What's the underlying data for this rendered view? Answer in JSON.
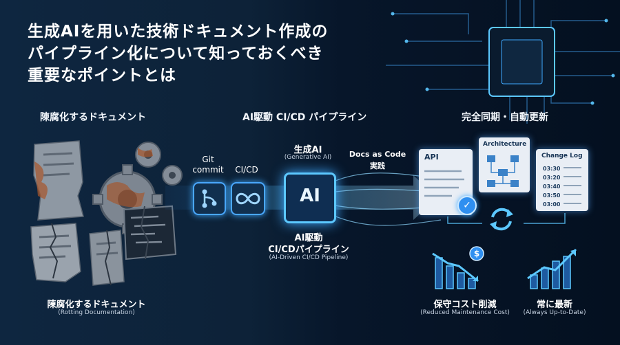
{
  "title": {
    "line1": "生成AIを用いた技術ドキュメント作成の",
    "line2": "パイプライン化について知っておくべき",
    "line3": "重要なポイントとは"
  },
  "sections": {
    "left": "陳腐化するドキュメント",
    "middle": "AI駆動 CI/CD パイプライン",
    "right": "完全同期・自動更新"
  },
  "pipeline": {
    "git_line1": "Git",
    "git_line2": "commit",
    "cicd": "CI/CD",
    "genai": "生成AI",
    "genai_sub": "(Generative AI)",
    "docs_line1": "Docs as Code",
    "docs_line2": "実践",
    "ai_chip": "AI",
    "pipeline_line1": "AI駆動",
    "pipeline_line2": "CI/CDパイプライン",
    "pipeline_sub": "(AI-Driven CI/CD Pipeline)"
  },
  "rotting": {
    "label": "陳腐化するドキュメント",
    "sub": "(Rotting Documentation)"
  },
  "docs": {
    "api": "API",
    "architecture": "Architecture",
    "changelog_title": "Change Log",
    "changelog_rows": [
      "03:30",
      "03:20",
      "03:40",
      "03:50",
      "03:00"
    ]
  },
  "benefits": {
    "cost_label": "保守コスト削減",
    "cost_sub": "(Reduced Maintenance Cost)",
    "fresh_label": "常に最新",
    "fresh_sub": "(Always Up-to-Date)"
  },
  "colors": {
    "accent": "#3fa9ff",
    "glow": "#5cc8ff",
    "rust": "#a8552a",
    "gear": "#7d8691"
  }
}
